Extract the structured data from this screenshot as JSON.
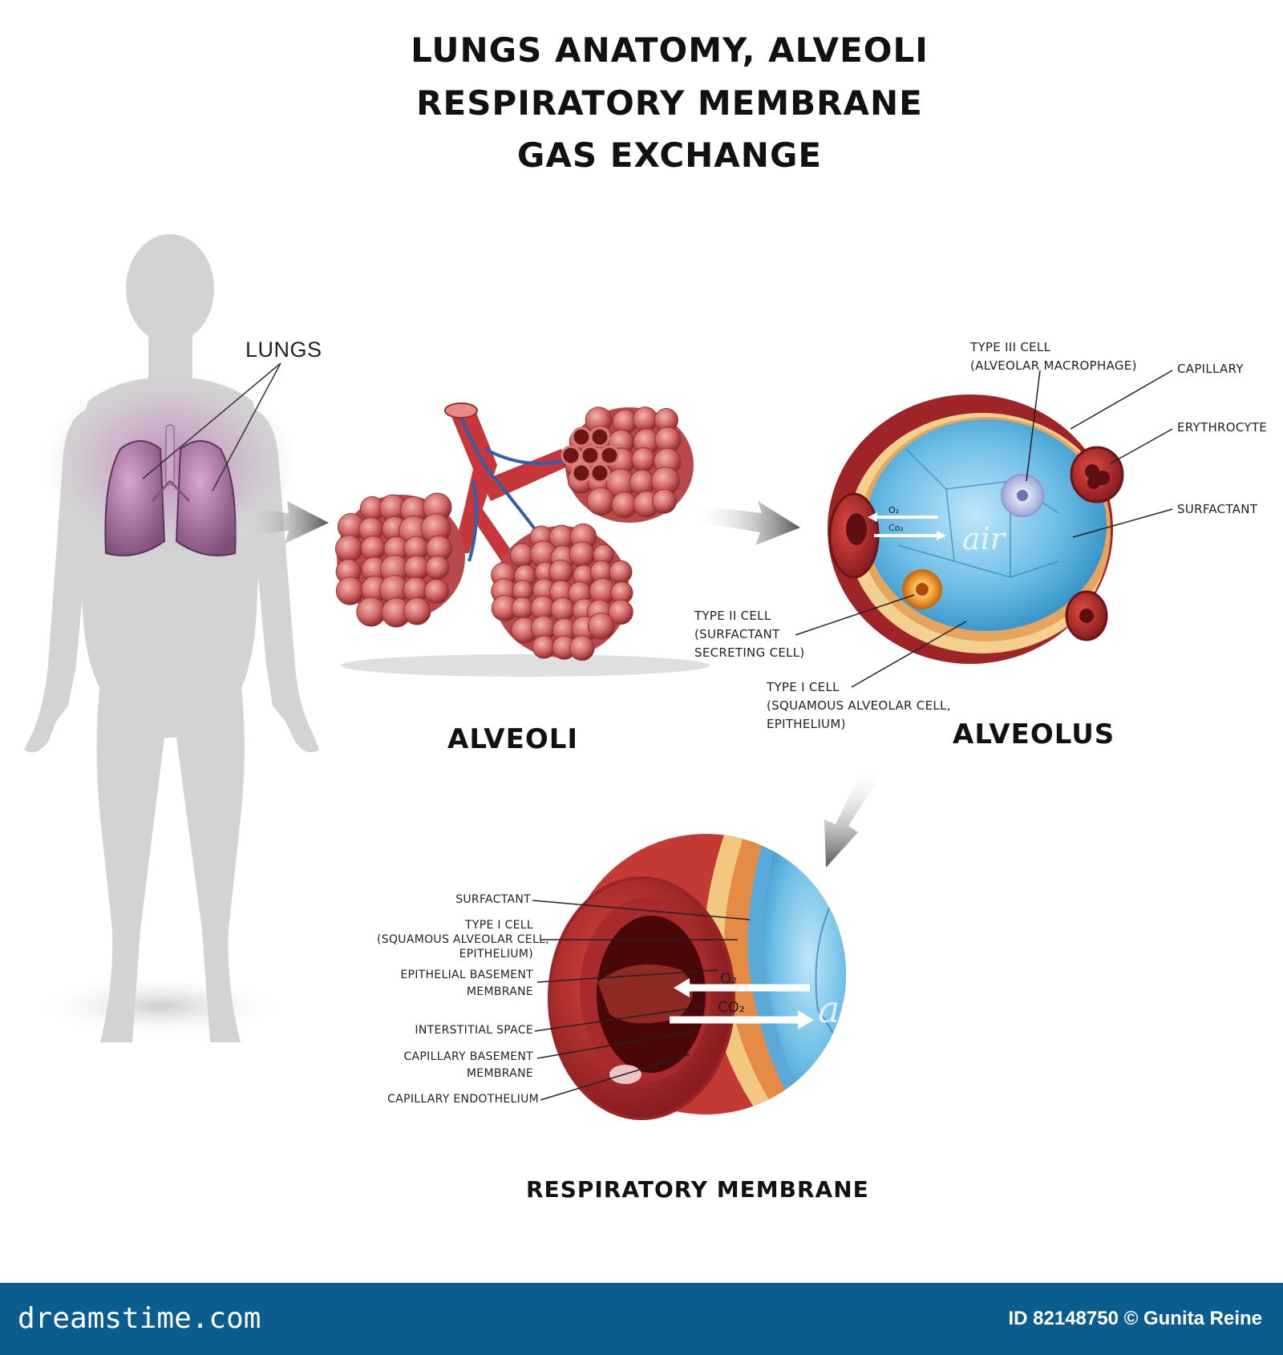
{
  "title": {
    "line1": "LUNGS ANATOMY, ALVEOLI",
    "line2": "RESPIRATORY MEMBRANE",
    "line3": "GAS EXCHANGE"
  },
  "body_figure": {
    "label": "LUNGS"
  },
  "alveoli": {
    "caption": "ALVEOLI"
  },
  "alveolus": {
    "caption": "ALVEOLUS",
    "labels": {
      "type3_line1": "TYPE III CELL",
      "type3_line2": "(ALVEOLAR MACROPHAGE)",
      "capillary": "CAPILLARY",
      "erythrocyte": "ERYTHROCYTE",
      "surfactant": "SURFACTANT",
      "type2_line1": "TYPE II CELL",
      "type2_line2": "(SURFACTANT",
      "type2_line3": "SECRETING CELL)",
      "type1_line1": "TYPE I CELL",
      "type1_line2": "(SQUAMOUS ALVEOLAR CELL,",
      "type1_line3": "EPITHELIUM)"
    },
    "gas_o2": "O₂",
    "gas_co2": "Co₂",
    "air": "air"
  },
  "membrane": {
    "caption": "RESPIRATORY MEMBRANE",
    "labels": {
      "surfactant": "SURFACTANT",
      "type1_line1": "TYPE I CELL",
      "type1_line2": "(SQUAMOUS ALVEOLAR CELL,",
      "type1_line3": "EPITHELIUM)",
      "epi_line1": "EPITHELIAL BASEMENT",
      "epi_line2": "MEMBRANE",
      "interstitial": "INTERSTITIAL SPACE",
      "cap_line1": "CAPILLARY BASEMENT",
      "cap_line2": "MEMBRANE",
      "endothelium": "CAPILLARY ENDOTHELIUM"
    },
    "gas_o2": "O₂",
    "gas_co2": "CO₂",
    "air": "air"
  },
  "footer": {
    "brand": "dreamstime.com",
    "credit": "ID 82148750 © Gunita Reine"
  },
  "colors": {
    "footer_bg": "#0b5d8f",
    "silhouette": "#d3d3d3",
    "alveoli_red": "#c9585a",
    "vessel_red": "#b8262a",
    "alveolus_blue": "#5ab2e0",
    "surfactant_yellow": "#f3c98a",
    "arrow_gray": "#555555"
  }
}
